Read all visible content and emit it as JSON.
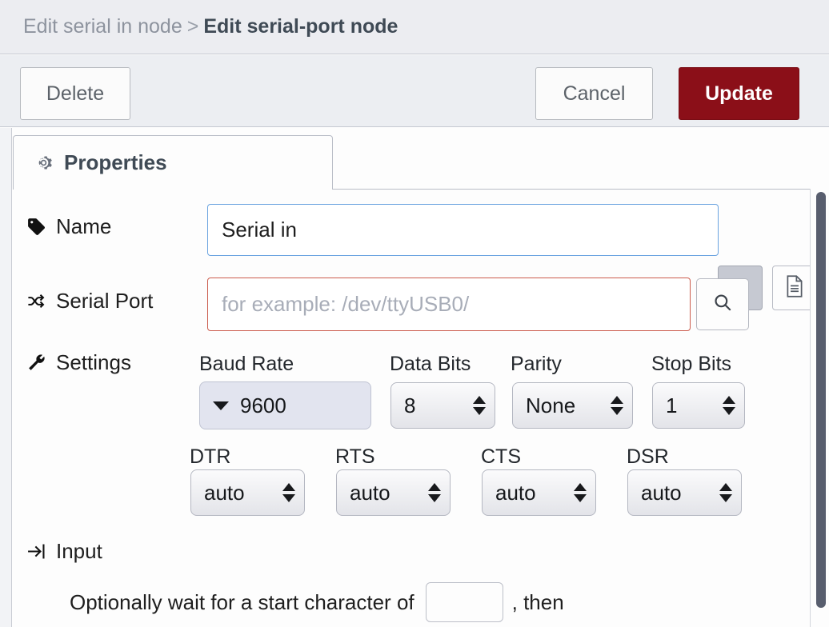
{
  "header": {
    "breadcrumb_parent": "Edit serial in node",
    "breadcrumb_separator": ">",
    "breadcrumb_current": "Edit serial-port node"
  },
  "toolbar": {
    "delete_label": "Delete",
    "cancel_label": "Cancel",
    "update_label": "Update",
    "update_color": "#8b0f18"
  },
  "tabs": {
    "properties_label": "Properties",
    "gear_icon": "gear-icon",
    "tool_gear_icon": "gear-icon",
    "tool_doc_icon": "document-icon"
  },
  "fields": {
    "name": {
      "label": "Name",
      "icon": "tag-icon",
      "value": "Serial in",
      "placeholder": ""
    },
    "serial_port": {
      "label": "Serial Port",
      "icon": "shuffle-icon",
      "value": "",
      "placeholder": "for example: /dev/ttyUSB0/",
      "search_icon": "search-icon",
      "border_color": "#cb5b4c"
    },
    "settings": {
      "label": "Settings",
      "icon": "wrench-icon",
      "controls": [
        {
          "name": "baud-rate",
          "label": "Baud Rate",
          "value": "9600",
          "type": "combo"
        },
        {
          "name": "data-bits",
          "label": "Data Bits",
          "value": "8",
          "type": "select"
        },
        {
          "name": "parity",
          "label": "Parity",
          "value": "None",
          "type": "select"
        },
        {
          "name": "stop-bits",
          "label": "Stop Bits",
          "value": "1",
          "type": "select"
        },
        {
          "name": "dtr",
          "label": "DTR",
          "value": "auto",
          "type": "select"
        },
        {
          "name": "rts",
          "label": "RTS",
          "value": "auto",
          "type": "select"
        },
        {
          "name": "cts",
          "label": "CTS",
          "value": "auto",
          "type": "select"
        },
        {
          "name": "dsr",
          "label": "DSR",
          "value": "auto",
          "type": "select"
        }
      ]
    },
    "input_section": {
      "label": "Input",
      "icon": "sign-in-icon",
      "wait_prefix": "Optionally wait for a start character of",
      "start_char_value": "",
      "wait_suffix": ", then"
    }
  }
}
